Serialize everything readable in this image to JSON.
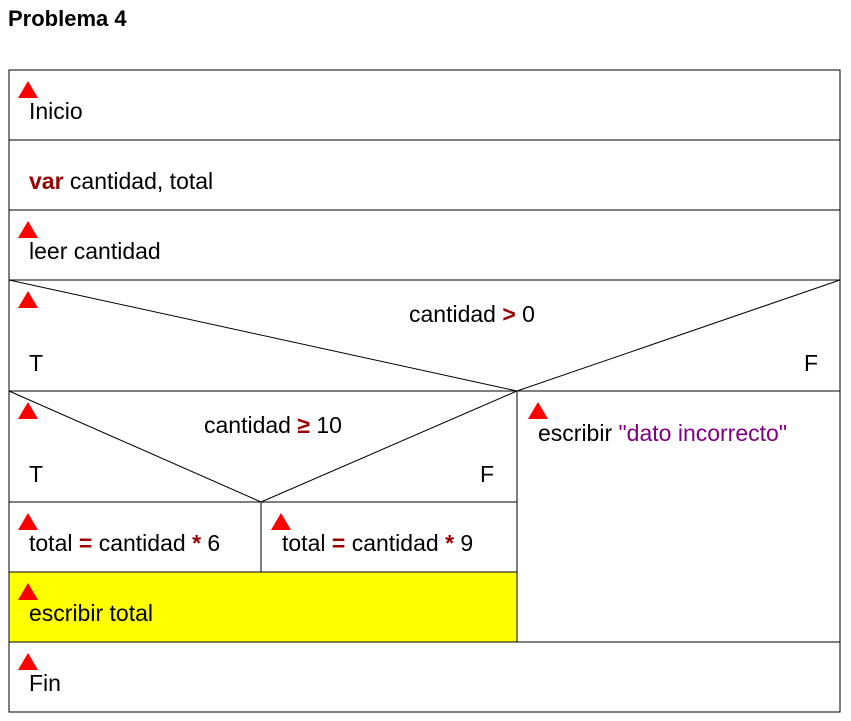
{
  "page": {
    "title": "Problema 4"
  },
  "nsd": {
    "start": "Inicio",
    "declaration": {
      "keyword": "var",
      "vars": " cantidad, total"
    },
    "read": "leer cantidad",
    "cond1": {
      "left": "cantidad ",
      "op": ">",
      "right": " 0",
      "true_label": "T",
      "false_label": "F"
    },
    "cond2": {
      "left": "cantidad ",
      "op": "≥",
      "right": " 10",
      "true_label": "T",
      "false_label": "F"
    },
    "else_write": {
      "keyword": "escribir ",
      "string": "\"dato incorrecto\""
    },
    "assign_true": {
      "lhs": "total ",
      "eq": "=",
      "mid": " cantidad ",
      "mul": "*",
      "rhs": " 6"
    },
    "assign_false": {
      "lhs": "total ",
      "eq": "=",
      "mid": " cantidad ",
      "mul": "*",
      "rhs": " 9"
    },
    "write_total": "escribir total",
    "end": "Fin",
    "colors": {
      "highlight": "#ffff00",
      "keyword": "#990000",
      "string": "#800080",
      "marker": "#ff0000"
    }
  }
}
